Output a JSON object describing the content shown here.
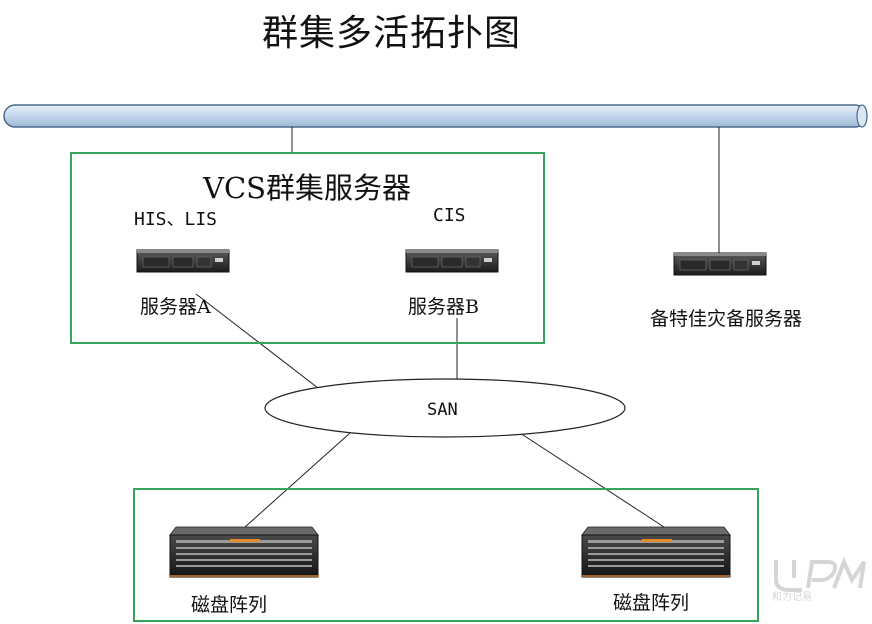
{
  "title": "群集多活拓扑图",
  "cluster": {
    "title": "VCS群集服务器",
    "server_a": {
      "app_label": "HIS、LIS",
      "name": "服务器A"
    },
    "server_b": {
      "app_label": "CIS",
      "name": "服务器B"
    }
  },
  "backup_server": {
    "name": "备特佳灾备服务器"
  },
  "san": {
    "label": "SAN"
  },
  "storage": {
    "array_1": {
      "name": "磁盘阵列"
    },
    "array_2": {
      "name": "磁盘阵列"
    }
  },
  "watermark": {
    "text": "和力记易"
  },
  "colors": {
    "box_border": "#3aa35b",
    "backbone_fill": "#c9dcf0",
    "backbone_stroke": "#4a6a8c"
  }
}
